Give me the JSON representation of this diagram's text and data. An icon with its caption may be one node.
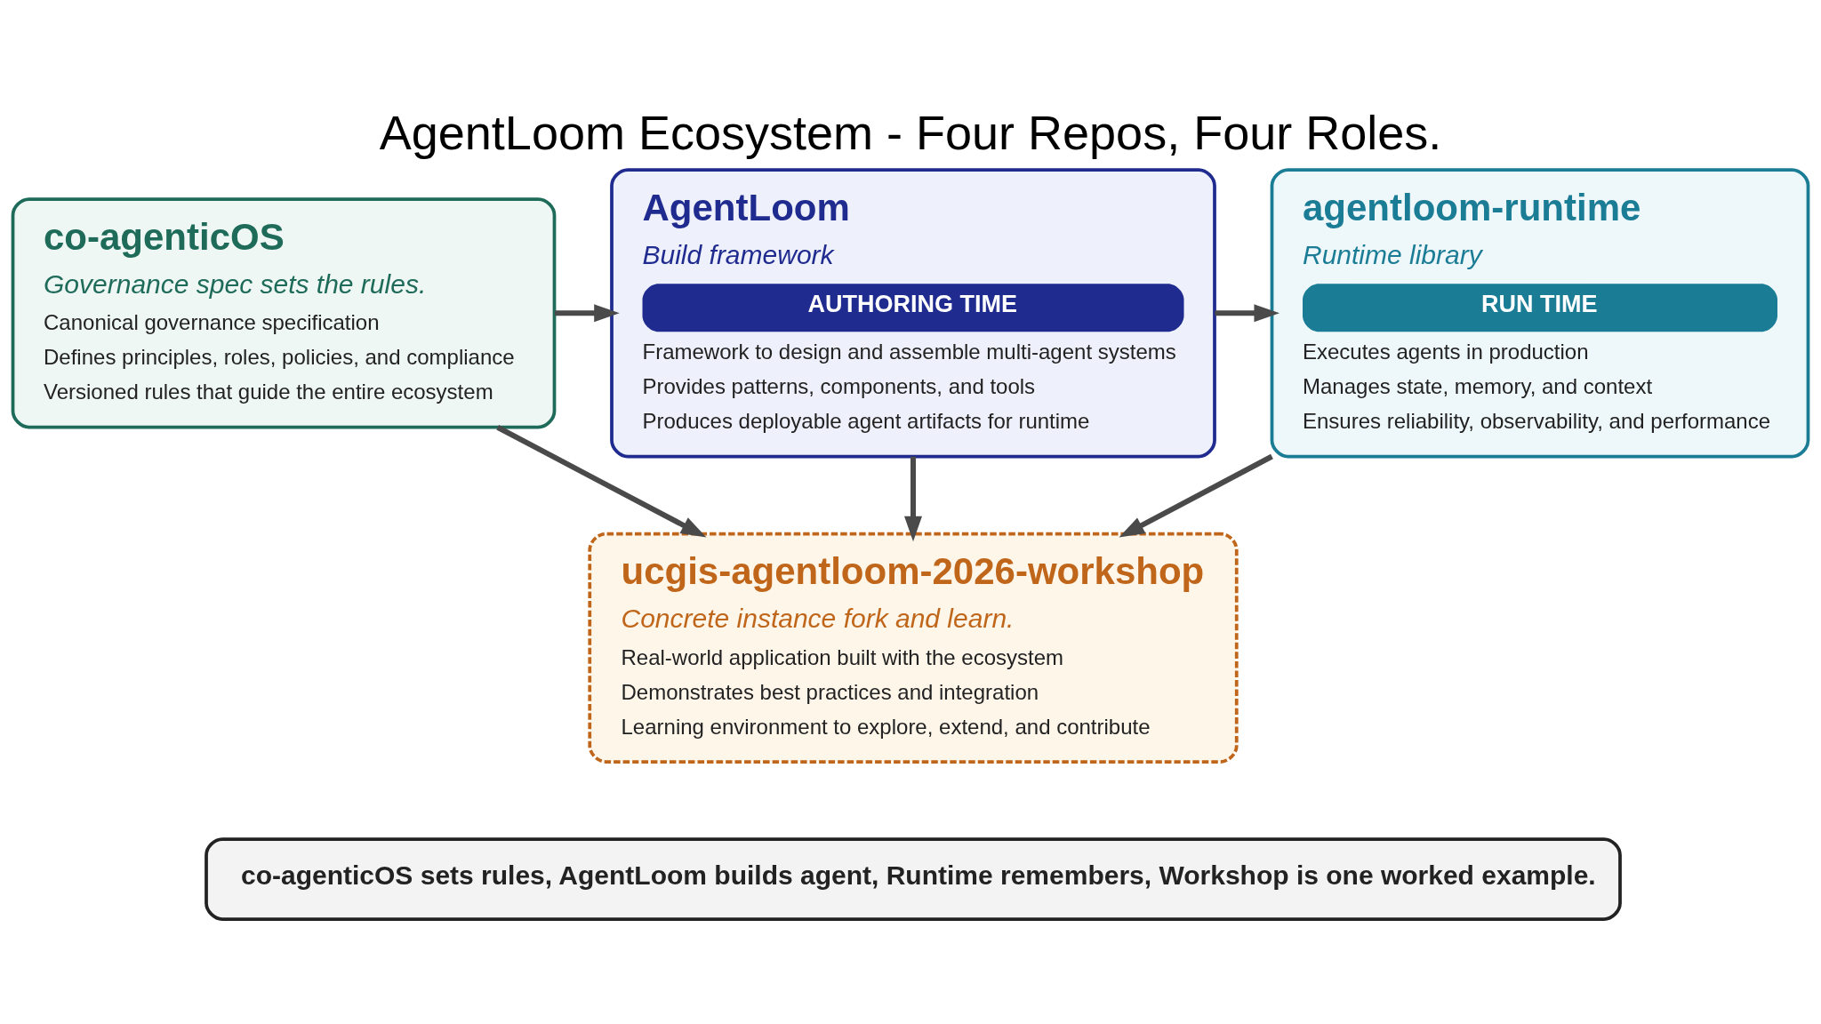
{
  "diagram": {
    "title": "AgentLoom Ecosystem - Four Repos, Four Roles.",
    "nodes": [
      {
        "text": [
          "co-agenticOS",
          "Governance spec sets the rules.",
          "Canonical governance specification",
          "Defines principles, roles, policies, and compliance",
          "Versioned rules that guide the entire ecosystem"
        ]
      },
      {
        "text": [
          "AgentLoom",
          "Build framework",
          "AUTHORING TIME",
          "Framework to design and assemble multi-agent systems",
          "Provides patterns, components, and tools",
          "Produces deployable agent artifacts for runtime"
        ]
      },
      {
        "text": [
          "agentloom-runtime",
          "Runtime library",
          "RUN TIME",
          "Executes agents in production",
          "Manages state, memory, and context",
          "Ensures reliability, observability, and performance"
        ]
      },
      {
        "text": [
          "ucgis-agentloom-2026-workshop",
          "Concrete instance fork and learn.",
          "Real-world application built with the ecosystem",
          "Demonstrates best practices and integration",
          "Learning environment to explore, extend, and contribute"
        ]
      },
      {
        "text": [
          "co-agenticOS sets rules, AgentLoom builds agent, Runtime remembers, Workshop is one worked example."
        ]
      }
    ],
    "edges": [
      {
        "from": 0,
        "to": 1,
        "arrow": "to"
      },
      {
        "from": 1,
        "to": 2,
        "arrow": "to"
      },
      {
        "from": 0,
        "to": 3,
        "arrow": "to"
      },
      {
        "from": 1,
        "to": 3,
        "arrow": "to"
      },
      {
        "from": 2,
        "to": 3,
        "arrow": "to"
      }
    ]
  }
}
